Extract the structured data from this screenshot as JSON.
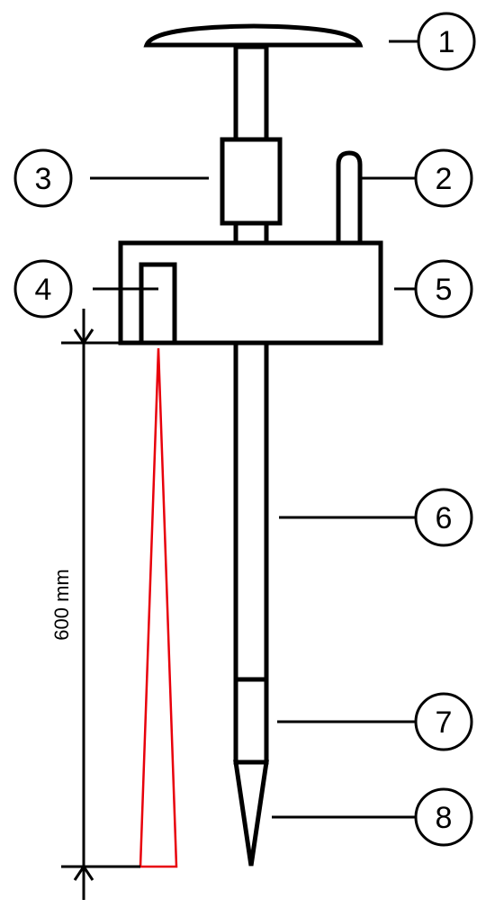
{
  "callouts": [
    {
      "label": "1",
      "part": "antenna-disc"
    },
    {
      "label": "2",
      "part": "small-antenna"
    },
    {
      "label": "3",
      "part": "pole-collar"
    },
    {
      "label": "4",
      "part": "laser-emitter"
    },
    {
      "label": "5",
      "part": "sensor-housing"
    },
    {
      "label": "6",
      "part": "rod"
    },
    {
      "label": "7",
      "part": "rod-sleeve"
    },
    {
      "label": "8",
      "part": "rod-tip"
    }
  ],
  "dimension": {
    "label": "600 mm"
  },
  "colors": {
    "stroke": "#000000",
    "beam": "#e8000b",
    "background": "#ffffff"
  }
}
